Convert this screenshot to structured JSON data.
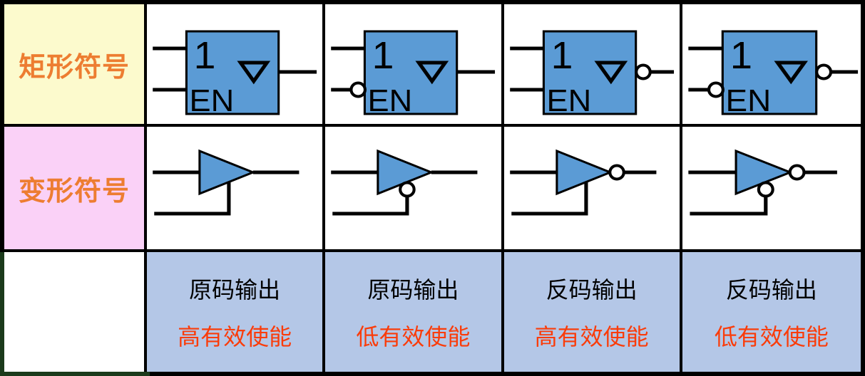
{
  "table": {
    "rows": [
      {
        "label": "矩形符号"
      },
      {
        "label": "变形符号"
      }
    ],
    "columns": [
      {
        "caption_line1": "原码输出",
        "caption_line2": "高有效使能",
        "en_bubble": false,
        "out_bubble": false
      },
      {
        "caption_line1": "原码输出",
        "caption_line2": "低有效使能",
        "en_bubble": true,
        "out_bubble": false
      },
      {
        "caption_line1": "反码输出",
        "caption_line2": "高有效使能",
        "en_bubble": false,
        "out_bubble": true
      },
      {
        "caption_line1": "反码输出",
        "caption_line2": "低有效使能",
        "en_bubble": true,
        "out_bubble": true
      }
    ]
  },
  "symbol": {
    "function_label": "1",
    "enable_label": "EN",
    "tristate_icon": "open-down-triangle",
    "negation_icon": "circle-bubble"
  },
  "colors": {
    "grid_line": "#000000",
    "rect_label_bg": "#FCFACD",
    "tri_label_bg": "#FAD1F7",
    "caption_bg": "#B4C7E7",
    "symbol_fill": "#5B9BD5",
    "label_text": "#ED7D31",
    "caption_accent": "#FA3C0A",
    "corner_accent": "#1B3A1B"
  }
}
